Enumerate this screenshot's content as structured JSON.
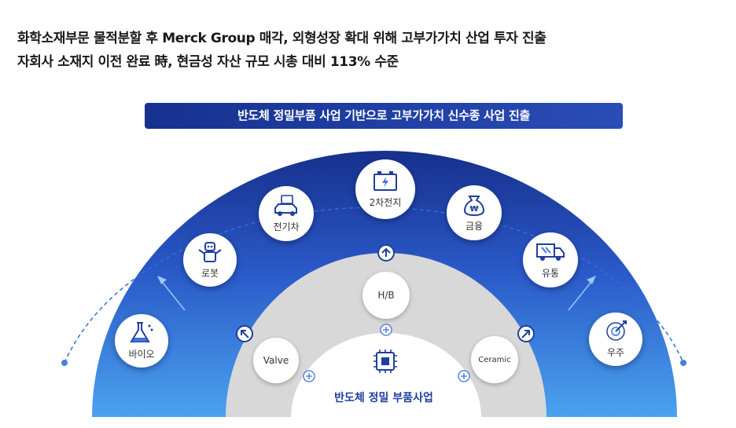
{
  "headline": {
    "line1": "화학소재부문 물적분할 후 Merck Group  매각, 외형성장 확대 위해 고부가가치 산업 투자 진출",
    "line2": "자회사 소재지 이전  완료 時, 현금성 자산 규모 시총 대비 113% 수준"
  },
  "banner": "반도체 정밀부품 사업 기반으로 고부가가치 신수종 사업 진출",
  "core": {
    "label": "반도체 정밀 부품사업",
    "icon": "chip-icon"
  },
  "inner_items": [
    {
      "label": "Valve"
    },
    {
      "label": "H/B"
    },
    {
      "label": "Ceramic"
    }
  ],
  "outer_items": [
    {
      "label": "바이오",
      "icon": "flask-icon"
    },
    {
      "label": "로봇",
      "icon": "robot-icon"
    },
    {
      "label": "전기차",
      "icon": "electric-car-icon"
    },
    {
      "label": "2차전지",
      "icon": "battery-icon"
    },
    {
      "label": "금융",
      "icon": "money-bag-icon"
    },
    {
      "label": "유통",
      "icon": "truck-icon"
    },
    {
      "label": "우주",
      "icon": "rocket-icon"
    }
  ],
  "colors": {
    "navy": "#16318f",
    "blue": "#2f6ee0",
    "light_blue": "#49a3f0",
    "gray": "#d9d9d9"
  }
}
